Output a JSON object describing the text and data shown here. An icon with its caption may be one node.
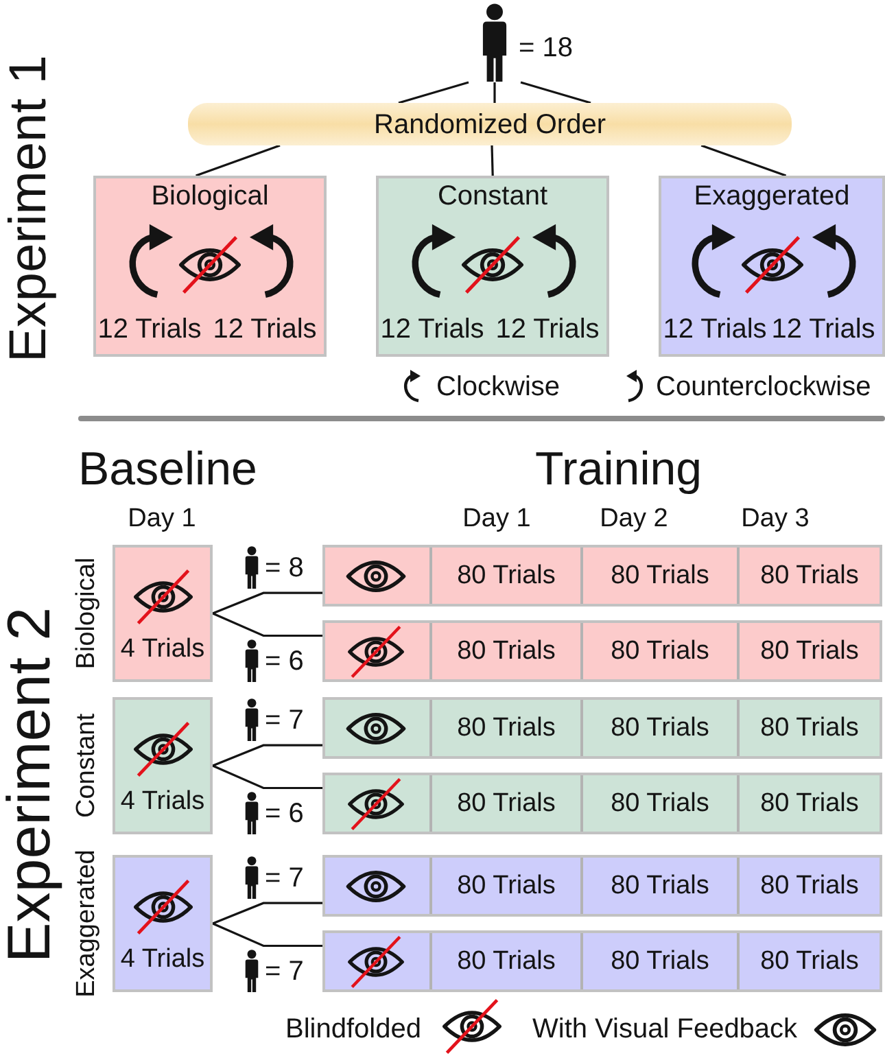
{
  "diagram": {
    "nodes": [
      {
        "text": [],
        "shape": "person",
        "beside": [
          "= 18"
        ]
      },
      {
        "text": [
          "Randomized Order"
        ]
      },
      {
        "text": [
          "Biological",
          "12 Trials",
          "12 Trials"
        ]
      },
      {
        "text": [
          "Constant",
          "12 Trials",
          "12 Trials"
        ]
      },
      {
        "text": [
          "Exaggerated",
          "12 Trials",
          "12 Trials"
        ]
      },
      {
        "text": [
          "4 Trials"
        ],
        "beside": [
          "Biological"
        ]
      },
      {
        "text": [
          "80 Trials",
          "80 Trials",
          "80 Trials"
        ],
        "beside": [
          "= 8"
        ]
      },
      {
        "text": [
          "80 Trials",
          "80 Trials",
          "80 Trials"
        ],
        "beside": [
          "= 6"
        ]
      },
      {
        "text": [
          "4 Trials"
        ],
        "beside": [
          "Constant"
        ]
      },
      {
        "text": [
          "80 Trials",
          "80 Trials",
          "80 Trials"
        ],
        "beside": [
          "= 7"
        ]
      },
      {
        "text": [
          "80 Trials",
          "80 Trials",
          "80 Trials"
        ],
        "beside": [
          "= 6"
        ]
      },
      {
        "text": [
          "4 Trials"
        ],
        "beside": [
          "Exaggerated"
        ]
      },
      {
        "text": [
          "80 Trials",
          "80 Trials",
          "80 Trials"
        ],
        "beside": [
          "= 7"
        ]
      },
      {
        "text": [
          "80 Trials",
          "80 Trials",
          "80 Trials"
        ],
        "beside": [
          "= 7"
        ]
      }
    ],
    "edges": [
      {
        "from": 0,
        "to": 1,
        "arrow": "none"
      },
      {
        "from": 0,
        "to": 1,
        "arrow": "none"
      },
      {
        "from": 0,
        "to": 1,
        "arrow": "none"
      },
      {
        "from": 1,
        "to": 2,
        "arrow": "none"
      },
      {
        "from": 1,
        "to": 3,
        "arrow": "none"
      },
      {
        "from": 1,
        "to": 4,
        "arrow": "none"
      },
      {
        "from": 5,
        "to": 6,
        "arrow": "none"
      },
      {
        "from": 5,
        "to": 7,
        "arrow": "none"
      },
      {
        "from": 8,
        "to": 9,
        "arrow": "none"
      },
      {
        "from": 8,
        "to": 10,
        "arrow": "none"
      },
      {
        "from": 11,
        "to": 12,
        "arrow": "none"
      },
      {
        "from": 11,
        "to": 13,
        "arrow": "none"
      }
    ],
    "labels": [
      "Experiment 1",
      "Experiment 2",
      "Baseline",
      "Training",
      "Day 1",
      "Day 1",
      "Day 2",
      "Day 3"
    ],
    "legend": [
      {
        "text": "Clockwise"
      },
      {
        "text": "Counterclockwise"
      },
      {
        "text": "Blindfolded"
      },
      {
        "text": "With Visual Feedback"
      }
    ]
  }
}
